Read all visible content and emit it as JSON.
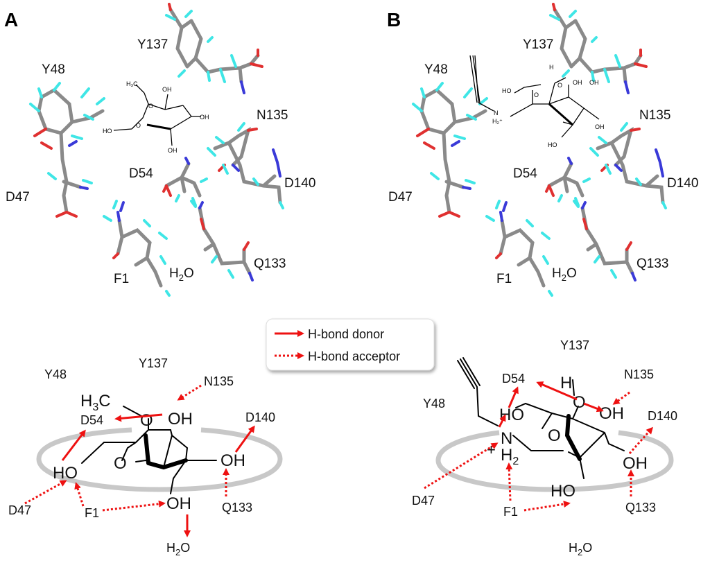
{
  "panels": [
    {
      "letter": "A",
      "residues": [
        "Y137",
        "Y48",
        "N135",
        "D54",
        "D140",
        "D47",
        "Q133",
        "F1"
      ],
      "water": {
        "main": "H",
        "sub": "2",
        "tail": "O"
      }
    },
    {
      "letter": "B",
      "residues": [
        "Y137",
        "Y48",
        "N135",
        "D54",
        "D140",
        "D47",
        "Q133",
        "F1"
      ],
      "water": {
        "main": "H",
        "sub": "2",
        "tail": "O"
      }
    }
  ],
  "legend": {
    "donor": "H-bond donor",
    "acceptor": "H-bond acceptor",
    "donor_color": "#ee1111",
    "acceptor_color": "#ee1111"
  },
  "schematic_a": {
    "residues": {
      "y48": "Y48",
      "y137": "Y137",
      "n135": "N135",
      "d54": "D54",
      "d140": "D140",
      "d47": "D47",
      "f1": "F1",
      "q133": "Q133"
    },
    "methyl": {
      "h": "H",
      "sub": "3",
      "c": "C"
    },
    "atoms": {
      "o_ring": "O",
      "o_methoxy": "O",
      "oh_top": "OH",
      "oh_right": "OH",
      "ho_left": "HO",
      "oh_bottom": "OH"
    },
    "water": {
      "h": "H",
      "sub": "2",
      "o": "O"
    }
  },
  "schematic_b": {
    "residues": {
      "y48": "Y48",
      "y137": "Y137",
      "n135": "N135",
      "d54": "D54",
      "d140": "D140",
      "d47": "D47",
      "f1": "F1",
      "q133": "Q133"
    },
    "atoms": {
      "h_top": "H",
      "o_top": "O",
      "ho_left": "HO",
      "o_ring": "O",
      "oh_right": "OH",
      "n": "N",
      "plus": "+",
      "h2_h": "H",
      "h2_sub": "2",
      "oh_low": "OH",
      "ho_bottom": "HO"
    },
    "water": {
      "h": "H",
      "sub": "2",
      "o": "O"
    }
  },
  "colors": {
    "stick_grey": "#8a8a8a",
    "oxygen": "#e03030",
    "nitrogen": "#3a3ad8",
    "hydrogen": "#3fe6e6",
    "ring": "#c8c8c8",
    "hbond": "#ee1111"
  }
}
